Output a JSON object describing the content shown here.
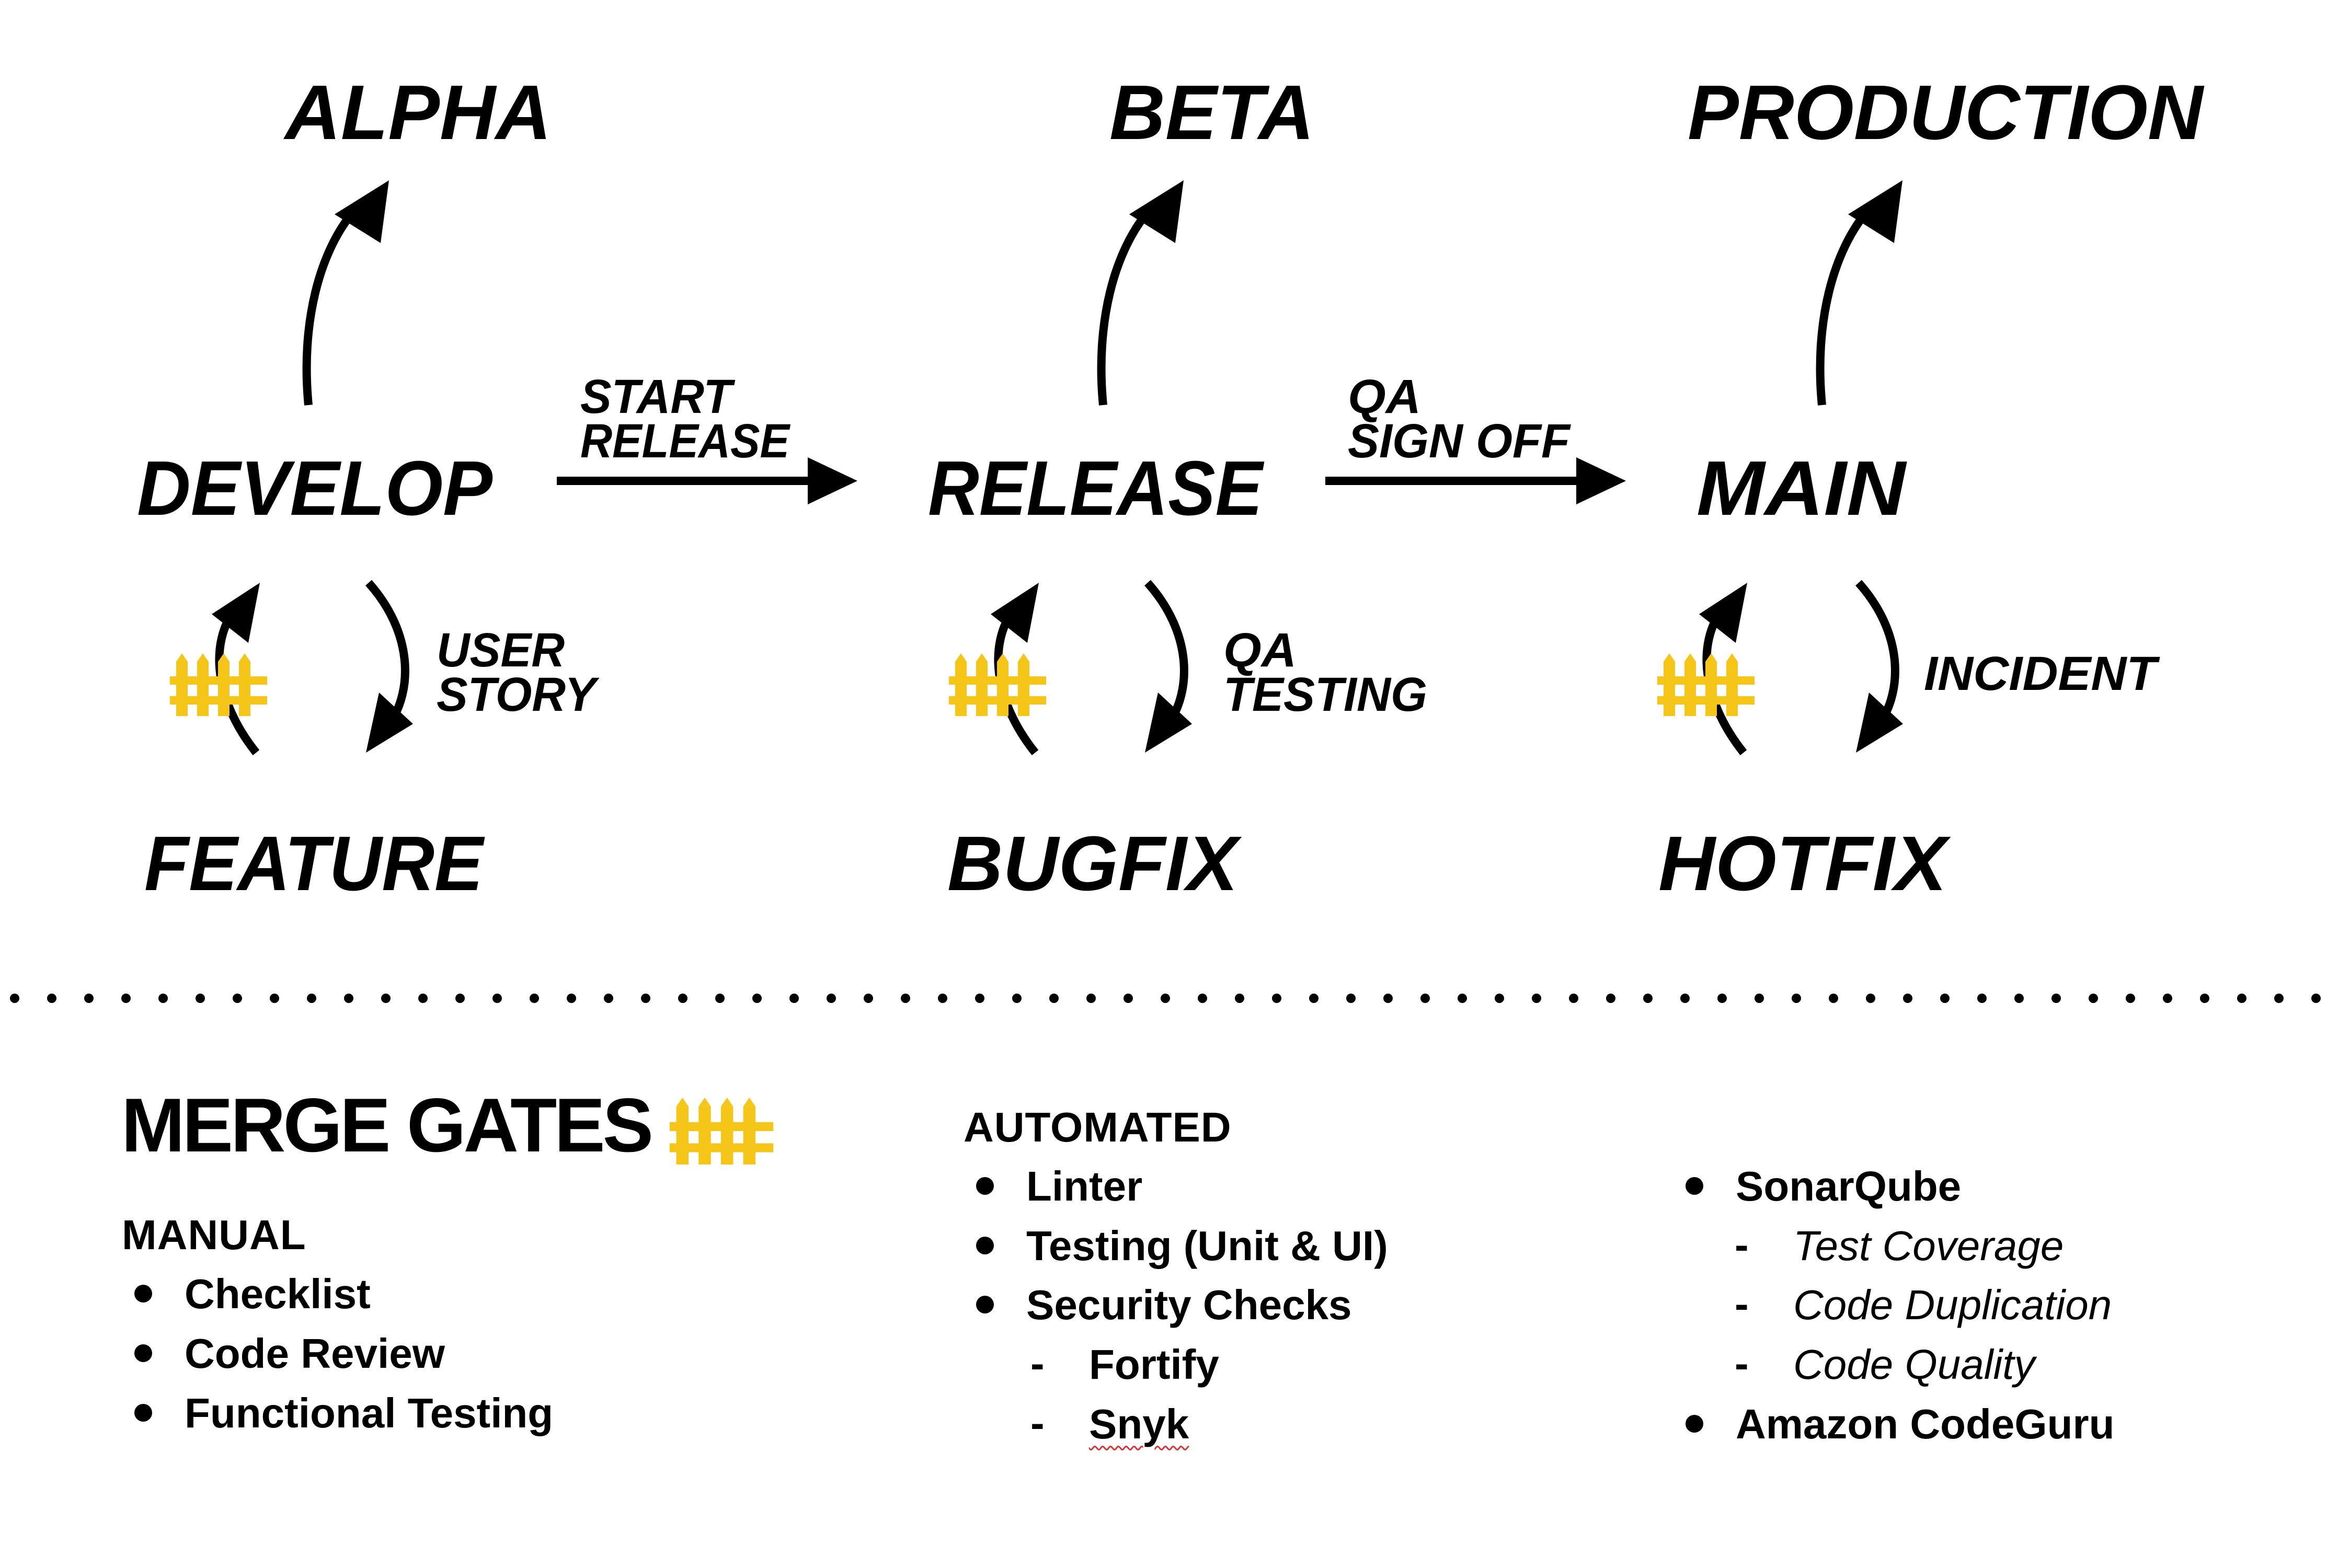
{
  "diagram": {
    "nodes": {
      "alpha": "ALPHA",
      "beta": "BETA",
      "production": "PRODUCTION",
      "develop": "DEVELOP",
      "release": "RELEASE",
      "main": "MAIN",
      "feature": "FEATURE",
      "bugfix": "BUGFIX",
      "hotfix": "HOTFIX"
    },
    "edges": {
      "start_release_1": "START",
      "start_release_2": "RELEASE",
      "qa_sign_off_1": "QA",
      "qa_sign_off_2": "SIGN OFF",
      "user_story_1": "USER",
      "user_story_2": "STORY",
      "qa_testing_1": "QA",
      "qa_testing_2": "TESTING",
      "incident": "INCIDENT"
    }
  },
  "merge_gates": {
    "title": "MERGE GATES",
    "manual": {
      "heading": "MANUAL",
      "items": [
        "Checklist",
        "Code Review",
        "Functional Testing"
      ]
    },
    "automated": {
      "heading": "AUTOMATED",
      "items": [
        "Linter",
        "Testing (Unit & UI)",
        "Security Checks"
      ],
      "security_sub": [
        "Fortify",
        "Snyk"
      ]
    },
    "tools": {
      "sonarqube": "SonarQube",
      "sonarqube_sub": [
        "Test Coverage",
        "Code Duplication",
        "Code Quality"
      ],
      "codeguru": "Amazon CodeGuru"
    }
  },
  "colors": {
    "text": "#000000",
    "fence": "#F5C518",
    "background": "#FFFFFF"
  },
  "icons": {
    "fence": "fence-icon",
    "arrow": "arrow-icon"
  }
}
